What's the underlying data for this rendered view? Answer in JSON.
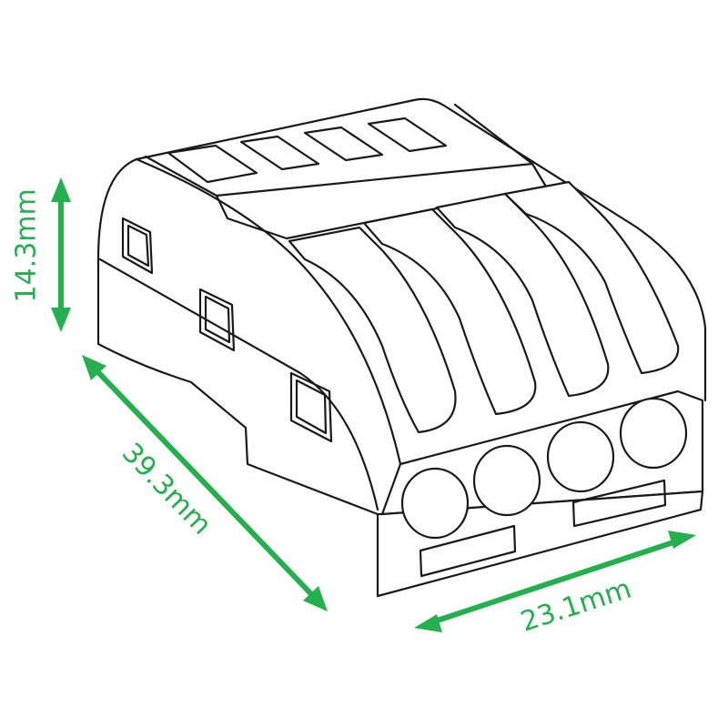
{
  "dimensions": {
    "height": "14.3mm",
    "length": "39.3mm",
    "width": "23.1mm"
  },
  "colors": {
    "dimension": "#22b14c",
    "outline": "#1a1a1a"
  },
  "lever_count": 4,
  "port_count": 4
}
